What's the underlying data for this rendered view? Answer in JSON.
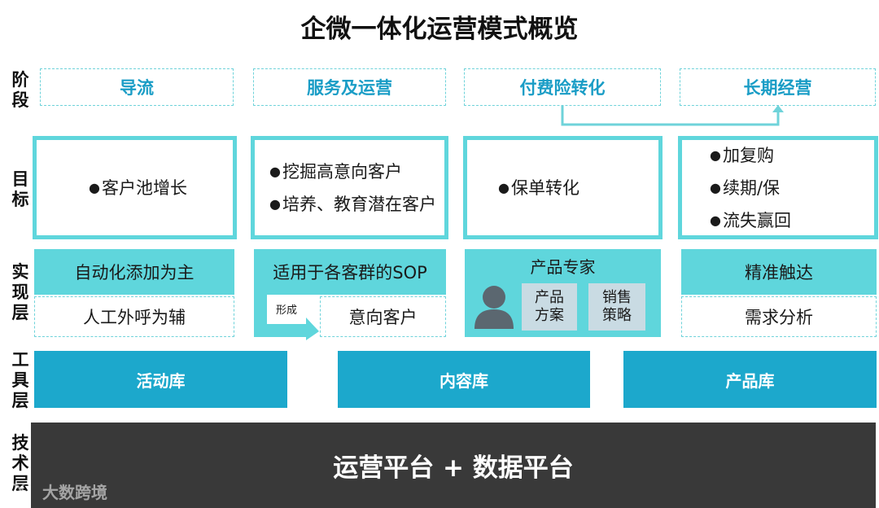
{
  "title": "企微一体化运营模式概览",
  "row_labels": {
    "stage": "阶段",
    "goal": "目标",
    "impl": "实现层",
    "tool": "工具层",
    "tech": "技术层"
  },
  "stages": [
    "导流",
    "服务及运营",
    "付费险转化",
    "长期经营"
  ],
  "goals": {
    "col1": [
      "客户池增长"
    ],
    "col2": [
      "挖掘高意向客户",
      "培养、教育潜在客户"
    ],
    "col3": [
      "保单转化"
    ],
    "col4": [
      "加复购",
      "续期/保",
      "流失赢回"
    ]
  },
  "bullet": "●",
  "impl": {
    "col1_main": "自动化添加为主",
    "col1_sub": "人工外呼为辅",
    "col2_main": "适用于各客群的SOP",
    "col2_arrow_label": "形成",
    "col2_sub": "意向客户",
    "col3_main": "产品专家",
    "col3_card1": "产品\n方案",
    "col3_card2": "销售\n策略",
    "col4_main": "精准触达",
    "col4_sub": "需求分析"
  },
  "tools": [
    "活动库",
    "内容库",
    "产品库"
  ],
  "tech": "运营平台 + 数据平台",
  "watermark": "大数跨境",
  "colors": {
    "cyan": "#5fd6dc",
    "stage_text": "#1a9dc6",
    "tool_blue": "#1ca8cc",
    "tech_dark": "#393939"
  }
}
